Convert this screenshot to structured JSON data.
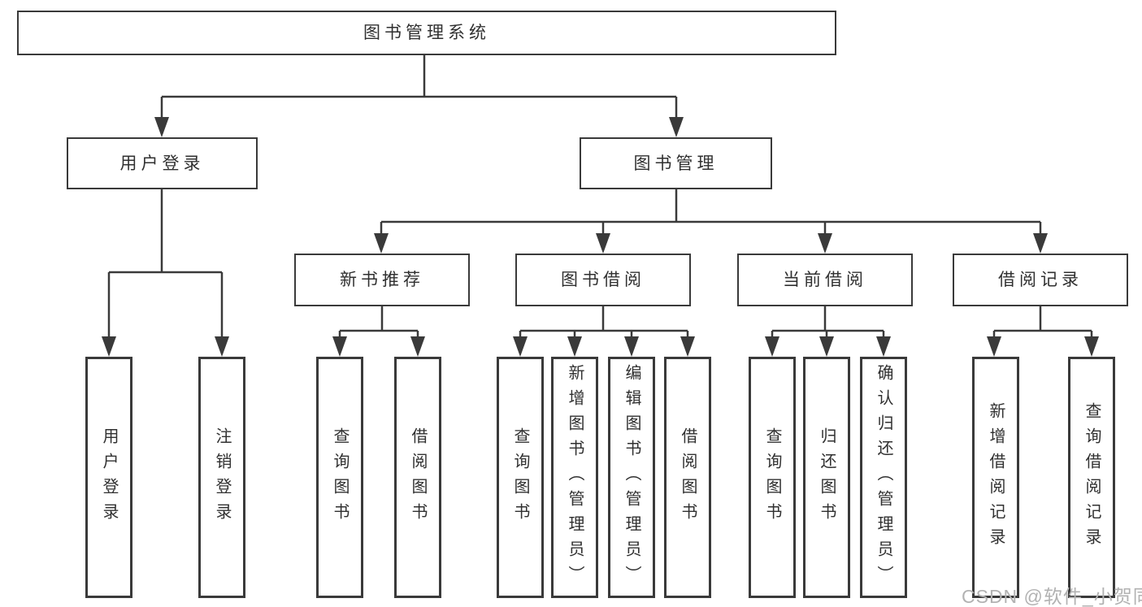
{
  "tree": {
    "root": "图书管理系统",
    "user_login": {
      "label": "用户登录",
      "children": [
        "用户登录",
        "注销登录"
      ]
    },
    "book_mgmt": {
      "label": "图书管理",
      "groups": [
        {
          "label": "新书推荐",
          "children": [
            "查询图书",
            "借阅图书"
          ]
        },
        {
          "label": "图书借阅",
          "children": [
            "查询图书",
            "新增图书（管理员）",
            "编辑图书（管理员）",
            "借阅图书"
          ]
        },
        {
          "label": "当前借阅",
          "children": [
            "查询图书",
            "归还图书",
            "确认归还（管理员）"
          ]
        },
        {
          "label": "借阅记录",
          "children": [
            "新增借阅记录",
            "查询借阅记录"
          ]
        }
      ]
    }
  },
  "watermark": "CSDN @软件_小贺同学",
  "colors": {
    "line": "#3a3a3a",
    "text": "#303030",
    "watermark": "#b2b2b2",
    "background": "#ffffff"
  }
}
